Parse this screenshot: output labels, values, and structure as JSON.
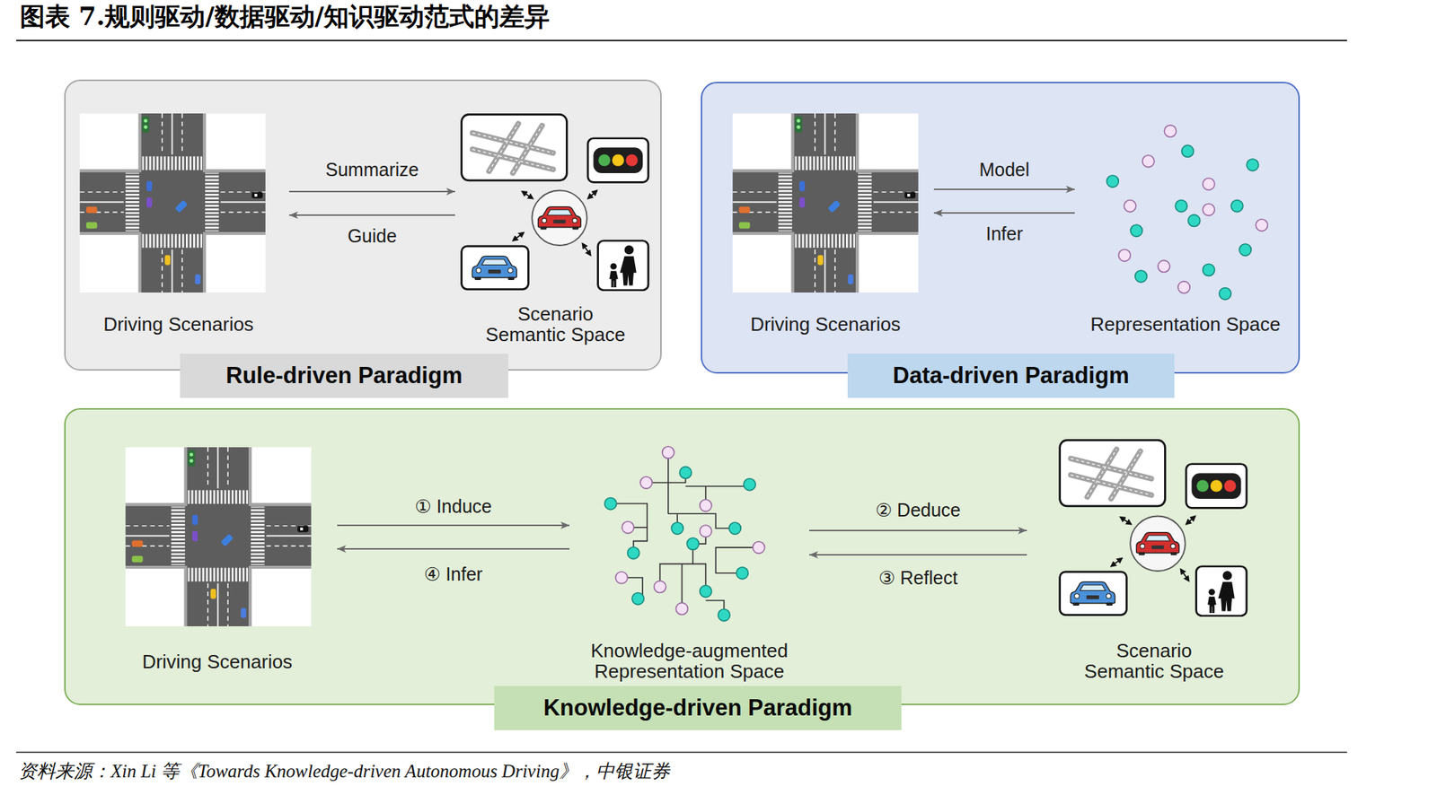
{
  "diagram": {
    "title": "图表 7.规则驱动/数据驱动/知识驱动范式的差异",
    "caption": "资料来源：Xin Li 等《Towards Knowledge-driven Autonomous Driving》，中银证券",
    "nodes": [
      {
        "text": [
          "Rule-driven Paradigm"
        ]
      },
      {
        "text": [
          "Driving Scenarios"
        ],
        "in": 0
      },
      {
        "text": [
          "Scenario Semantic Space"
        ],
        "in": 0
      },
      {
        "text": [
          "Data-driven Paradigm"
        ]
      },
      {
        "text": [
          "Driving Scenarios"
        ],
        "in": 3
      },
      {
        "text": [
          "Representation Space"
        ],
        "in": 3
      },
      {
        "text": [
          "Knowledge-driven Paradigm"
        ]
      },
      {
        "text": [
          "Driving Scenarios"
        ],
        "in": 6
      },
      {
        "text": [
          "Knowledge-augmented Representation Space"
        ],
        "in": 6
      },
      {
        "text": [
          "Scenario Semantic Space"
        ],
        "in": 6
      }
    ],
    "edges": [
      {
        "from": 1,
        "to": 2,
        "label": "Summarize",
        "arrow": "to"
      },
      {
        "from": 2,
        "to": 1,
        "label": "Guide",
        "arrow": "to"
      },
      {
        "from": 4,
        "to": 5,
        "label": "Model",
        "arrow": "to"
      },
      {
        "from": 5,
        "to": 4,
        "label": "Infer",
        "arrow": "to"
      },
      {
        "from": 7,
        "to": 8,
        "label": "① Induce",
        "arrow": "to"
      },
      {
        "from": 8,
        "to": 7,
        "label": "④ Infer",
        "arrow": "to"
      },
      {
        "from": 8,
        "to": 9,
        "label": "② Deduce",
        "arrow": "to"
      },
      {
        "from": 9,
        "to": 8,
        "label": "③ Reflect",
        "arrow": "to"
      }
    ]
  }
}
